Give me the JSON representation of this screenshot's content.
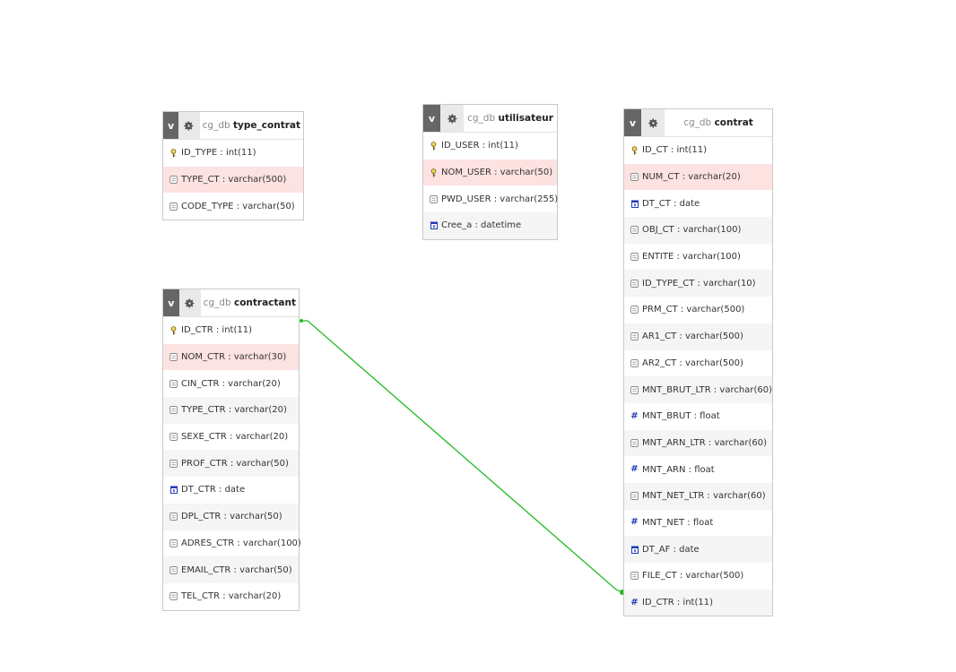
{
  "tables": {
    "type_contrat": {
      "db": "cg_db",
      "name": "type_contrat",
      "columns": [
        {
          "text": "ID_TYPE : int(11)",
          "icon": "key"
        },
        {
          "text": "TYPE_CT : varchar(500)",
          "icon": "text"
        },
        {
          "text": "CODE_TYPE : varchar(50)",
          "icon": "text"
        }
      ]
    },
    "utilisateur": {
      "db": "cg_db",
      "name": "utilisateur",
      "columns": [
        {
          "text": "ID_USER : int(11)",
          "icon": "key"
        },
        {
          "text": "NOM_USER : varchar(50)",
          "icon": "key"
        },
        {
          "text": "PWD_USER : varchar(255)",
          "icon": "text"
        },
        {
          "text": "Cree_a : datetime",
          "icon": "date"
        }
      ]
    },
    "contractant": {
      "db": "cg_db",
      "name": "contractant",
      "columns": [
        {
          "text": "ID_CTR : int(11)",
          "icon": "key"
        },
        {
          "text": "NOM_CTR : varchar(30)",
          "icon": "text"
        },
        {
          "text": "CIN_CTR : varchar(20)",
          "icon": "text"
        },
        {
          "text": "TYPE_CTR : varchar(20)",
          "icon": "text"
        },
        {
          "text": "SEXE_CTR : varchar(20)",
          "icon": "text"
        },
        {
          "text": "PROF_CTR : varchar(50)",
          "icon": "text"
        },
        {
          "text": "DT_CTR : date",
          "icon": "date"
        },
        {
          "text": "DPL_CTR : varchar(50)",
          "icon": "text"
        },
        {
          "text": "ADRES_CTR : varchar(100)",
          "icon": "text"
        },
        {
          "text": "EMAIL_CTR : varchar(50)",
          "icon": "text"
        },
        {
          "text": "TEL_CTR : varchar(20)",
          "icon": "text"
        }
      ]
    },
    "contrat": {
      "db": "cg_db",
      "name": "contrat",
      "columns": [
        {
          "text": "ID_CT : int(11)",
          "icon": "key"
        },
        {
          "text": "NUM_CT : varchar(20)",
          "icon": "text"
        },
        {
          "text": "DT_CT : date",
          "icon": "date"
        },
        {
          "text": "OBJ_CT : varchar(100)",
          "icon": "text"
        },
        {
          "text": "ENTITE : varchar(100)",
          "icon": "text"
        },
        {
          "text": "ID_TYPE_CT : varchar(10)",
          "icon": "text"
        },
        {
          "text": "PRM_CT : varchar(500)",
          "icon": "text"
        },
        {
          "text": "AR1_CT : varchar(500)",
          "icon": "text"
        },
        {
          "text": "AR2_CT : varchar(500)",
          "icon": "text"
        },
        {
          "text": "MNT_BRUT_LTR : varchar(60)",
          "icon": "text"
        },
        {
          "text": "MNT_BRUT : float",
          "icon": "number"
        },
        {
          "text": "MNT_ARN_LTR : varchar(60)",
          "icon": "text"
        },
        {
          "text": "MNT_ARN : float",
          "icon": "number"
        },
        {
          "text": "MNT_NET_LTR : varchar(60)",
          "icon": "text"
        },
        {
          "text": "MNT_NET : float",
          "icon": "number"
        },
        {
          "text": "DT_AF : date",
          "icon": "date"
        },
        {
          "text": "FILE_CT : varchar(500)",
          "icon": "text"
        },
        {
          "text": "ID_CTR : int(11)",
          "icon": "number"
        }
      ]
    }
  },
  "toggle_label": "v",
  "relation": {
    "from": "contractant.ID_CTR",
    "to": "contrat.ID_CTR",
    "color": "#22bb22"
  },
  "colors": {
    "header_dark": "#666666",
    "header_gear_bg": "#e9e9e9",
    "row_highlight": "#fde2e2",
    "row_alt": "#f5f5f5",
    "number_icon": "#1f3bb8"
  }
}
